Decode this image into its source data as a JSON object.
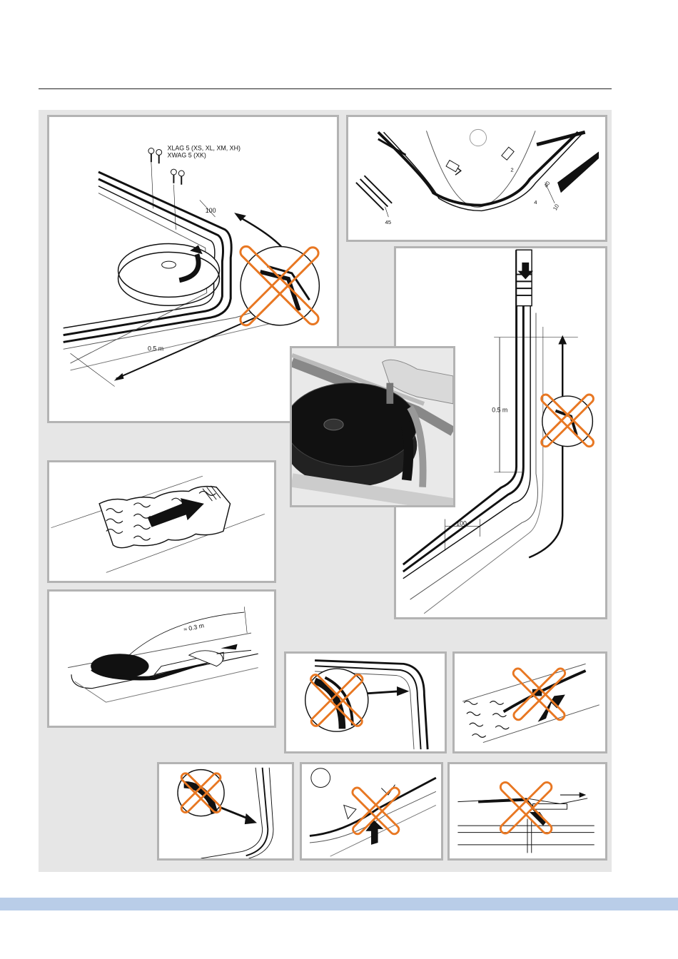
{
  "panel1": {
    "screw_label_1": "XLAG 5 (XS, XL, XM, XH)",
    "screw_label_2": "XWAG 5 (XK)",
    "dim_100": "100",
    "dim_length": "0.5 m"
  },
  "panel2": {
    "dim_2": "2",
    "dim_40": "40",
    "dim_4": "4",
    "dim_10": "10",
    "dim_45": "45"
  },
  "panel3": {
    "dim_length": "0.5 m",
    "dim_100": "100"
  },
  "panel6": {
    "dim_length": "≈ 0.3 m"
  },
  "colors": {
    "accent_orange": "#e87722",
    "panel_border": "#b3b3b3",
    "background_area": "#e6e6e6",
    "footer_band": "#b9cde8"
  }
}
